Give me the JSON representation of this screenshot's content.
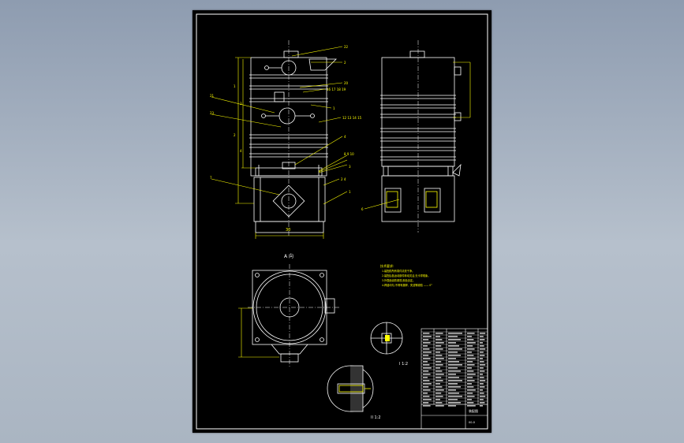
{
  "colors": {
    "background_top": "#8e9cb0",
    "background_bottom": "#aab5c2",
    "sheet": "#000000",
    "line": "#ffffff",
    "leader": "#ffff00",
    "dimension": "#ffff00"
  },
  "main_view": {
    "labels": [
      "22",
      "2",
      "20",
      "16 17 18 19",
      "21",
      "23",
      "1",
      "12 13 14 15",
      "4",
      "8 9 10",
      "3",
      "7",
      "2 4",
      "1"
    ],
    "bottom_dim": "30",
    "side_dims": [
      "1",
      "2",
      "3",
      "4"
    ]
  },
  "side_view": {
    "labels": [
      "6"
    ]
  },
  "plan_view": {
    "title": "A 向"
  },
  "notes": {
    "heading": "技术要求:",
    "lines": [
      "1.装配前所有零件清洗干净。",
      "2.装配后各运动部件转动灵活,无卡滞现象。",
      "3.外表面涂防锈漆,颜色另定。",
      "4.焊缝均匀,不得有漏焊、夹渣等缺陷 —— 0°"
    ]
  },
  "details": {
    "detail_1": "I 1:2",
    "detail_2": "II 1:2"
  },
  "title_block": {
    "drawing_title": "装配图",
    "drawing_no": "00-0"
  }
}
